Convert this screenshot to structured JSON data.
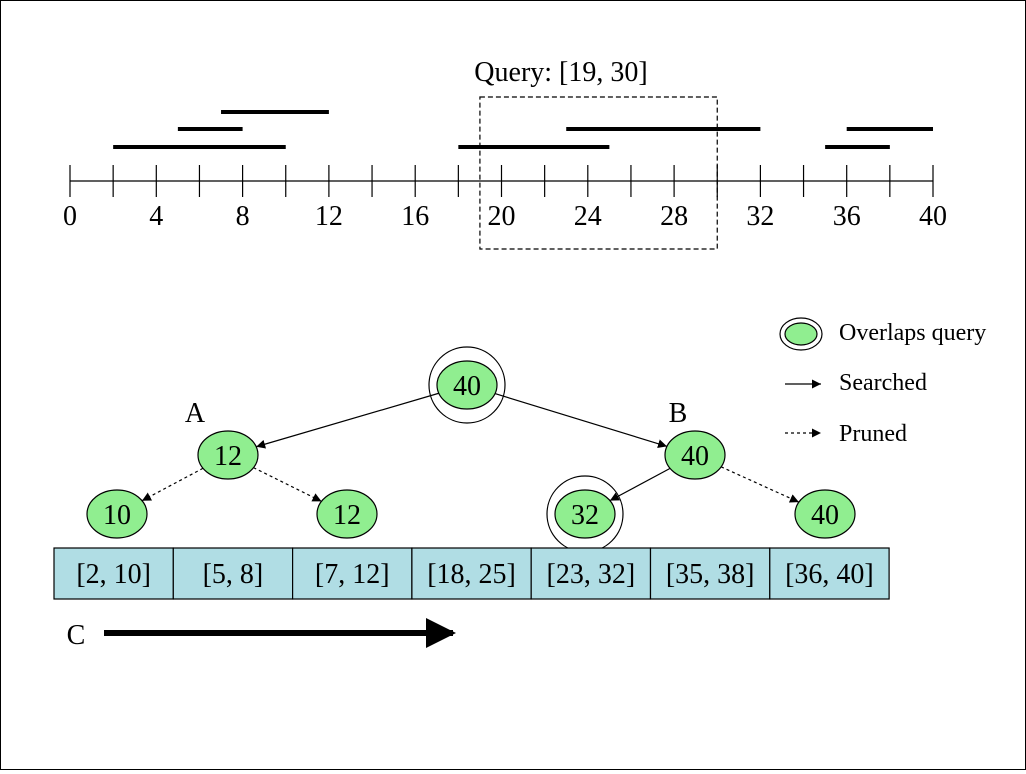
{
  "query": {
    "label": "Query: [19, 30]",
    "start": 19,
    "end": 30
  },
  "axis": {
    "min": 0,
    "max": 40,
    "minor_step": 2,
    "tick_labels": [
      "0",
      "4",
      "8",
      "12",
      "16",
      "20",
      "24",
      "28",
      "32",
      "36",
      "40"
    ]
  },
  "intervals": [
    {
      "start": 2,
      "end": 10,
      "label": "[2, 10]"
    },
    {
      "start": 5,
      "end": 8,
      "label": "[5, 8]"
    },
    {
      "start": 7,
      "end": 12,
      "label": "[7, 12]"
    },
    {
      "start": 18,
      "end": 25,
      "label": "[18, 25]"
    },
    {
      "start": 23,
      "end": 32,
      "label": "[23, 32]"
    },
    {
      "start": 35,
      "end": 38,
      "label": "[35, 38]"
    },
    {
      "start": 36,
      "end": 40,
      "label": "[36, 40]"
    }
  ],
  "tree": {
    "nodes": [
      {
        "id": "root",
        "value": "40",
        "overlaps": true
      },
      {
        "id": "A",
        "value": "12",
        "overlaps": false,
        "label": "A"
      },
      {
        "id": "B",
        "value": "40",
        "overlaps": false,
        "label": "B"
      },
      {
        "id": "leaf1",
        "value": "10",
        "overlaps": false
      },
      {
        "id": "leaf2",
        "value": "12",
        "overlaps": false
      },
      {
        "id": "leaf3",
        "value": "32",
        "overlaps": true
      },
      {
        "id": "leaf4",
        "value": "40",
        "overlaps": false
      }
    ],
    "edges": [
      {
        "from": "root",
        "to": "A",
        "style": "searched"
      },
      {
        "from": "root",
        "to": "B",
        "style": "searched"
      },
      {
        "from": "A",
        "to": "leaf1",
        "style": "pruned"
      },
      {
        "from": "A",
        "to": "leaf2",
        "style": "pruned"
      },
      {
        "from": "B",
        "to": "leaf3",
        "style": "searched"
      },
      {
        "from": "B",
        "to": "leaf4",
        "style": "pruned"
      }
    ]
  },
  "legend": {
    "overlaps": "Overlaps query",
    "searched": "Searched",
    "pruned": "Pruned"
  },
  "scan_label": "C",
  "colors": {
    "node_fill": "#90ee90",
    "cell_fill": "#b0dde4",
    "line": "#000000"
  }
}
